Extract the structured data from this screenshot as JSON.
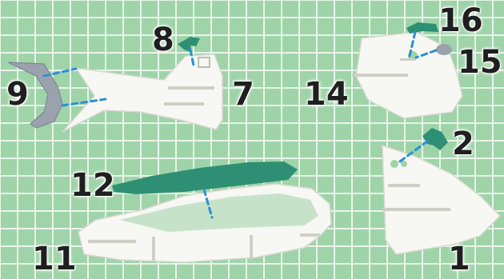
{
  "labels": {
    "piece_1": "1",
    "piece_2": "2",
    "piece_7": "7",
    "piece_8": "8",
    "piece_9": "9",
    "piece_11": "11",
    "piece_12": "12",
    "piece_14": "14",
    "piece_15": "15",
    "piece_16": "16"
  },
  "colors": {
    "background": "#9fd3a8",
    "grid_line": "#e8f5ea",
    "paper_piece": "#f7f7f3",
    "green_piece": "#2e8f74",
    "gray_piece": "#9aa3ad",
    "guide_line": "#2a8fd6",
    "label_text": "#1f1f1f"
  }
}
